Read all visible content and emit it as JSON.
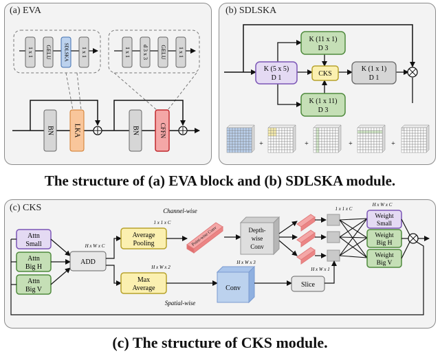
{
  "panel_a": {
    "title": "(a) EVA",
    "lka_blocks": [
      "1 x 1",
      "GELU",
      "SDLSKA",
      "1 x 1"
    ],
    "cffn_blocks": [
      "1 x 1",
      "d 3 x 3",
      "GELU",
      "1 x 1"
    ],
    "main_blocks": {
      "bn1": "BN",
      "lka": "LKA",
      "bn2": "BN",
      "cffn": "CFFN"
    }
  },
  "panel_b": {
    "title": "(b) SDLSKA",
    "k_main": {
      "line1": "K (5 x 5)",
      "line2": "D 1"
    },
    "k_top": {
      "line1": "K (11 x 1)",
      "line2": "D 3"
    },
    "k_bottom": {
      "line1": "K (1 x 11)",
      "line2": "D 3"
    },
    "cks": "CKS",
    "k_right": {
      "line1": "K (1 x 1)",
      "line2": "D 1"
    },
    "plus": "+"
  },
  "caption1": "The structure of (a) EVA block and (b) SDLSKA module.",
  "panel_c": {
    "title": "(c) CKS",
    "inputs": [
      {
        "line1": "Attn",
        "line2": "Small"
      },
      {
        "line1": "Attn",
        "line2": "Big H"
      },
      {
        "line1": "Attn",
        "line2": "Big V"
      }
    ],
    "add": "ADD",
    "avg_pool": {
      "line1": "Average",
      "line2": "Pooling"
    },
    "max_avg": {
      "line1": "Max",
      "line2": "Average"
    },
    "pointwise": "Point-wise Conv",
    "depthwise": {
      "line1": "Depth-",
      "line2": "wise",
      "line3": "Conv"
    },
    "conv": "Conv",
    "slice": "Slice",
    "weights": [
      {
        "line1": "Weight",
        "line2": "Small"
      },
      {
        "line1": "Weight",
        "line2": "Big H"
      },
      {
        "line1": "Weight",
        "line2": "Big V"
      }
    ],
    "labels": {
      "channel_wise": "Channel-wise",
      "spatial_wise": "Spatial-wise",
      "hwc_add": "H x W x C",
      "c11_pool": "1 x 1 x C",
      "hw2": "H x W x 2",
      "hw3": "H x W x 3",
      "hw1": "H x W x 1",
      "c11_branch": "1 x 1 x C",
      "hwc_weight": "H x W x C"
    }
  },
  "caption2": "(c) The structure of CKS module.",
  "colors": {
    "purple_border": "#7b55b6",
    "green_fill": "#c5dfb6",
    "green_border": "#4f8a3d",
    "yellow_fill": "#fbf0b0",
    "yellow_border": "#b7a22c",
    "orange_fill": "#f9c69b",
    "blue_fill": "#bcd2ee",
    "red_fill": "#f4a7a7",
    "gray_fill": "#d6d6d6"
  }
}
